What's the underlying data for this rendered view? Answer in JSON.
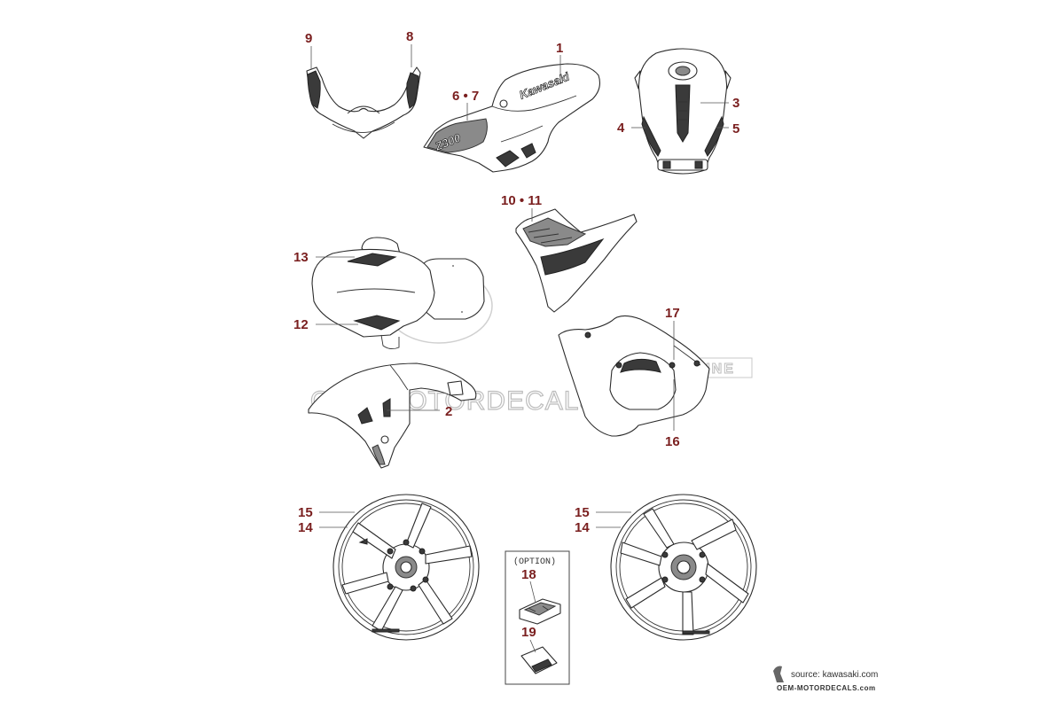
{
  "callouts": {
    "c1": "1",
    "c2": "2",
    "c3": "3",
    "c4": "4",
    "c5": "5",
    "c67": "6 • 7",
    "c8": "8",
    "c9": "9",
    "c1011": "10 • 11",
    "c12": "12",
    "c13": "13",
    "c14a": "14",
    "c15a": "15",
    "c14b": "14",
    "c15b": "15",
    "c16": "16",
    "c17": "17",
    "c18": "18",
    "c19": "19"
  },
  "decal_text": {
    "brand": "Kawasaki",
    "model": "Z300"
  },
  "option_box": {
    "label": "(OPTION)"
  },
  "watermark": {
    "main": "OEM-MOTORDECALS.com",
    "badge": "GENUINE"
  },
  "source": {
    "line1": "source: kawasaki.com",
    "line2": "OEM-MOTORDECALS.com"
  },
  "colors": {
    "callout": "#7a1f1f",
    "line": "#2b2b2b",
    "watermark": "#bdbdbd"
  }
}
